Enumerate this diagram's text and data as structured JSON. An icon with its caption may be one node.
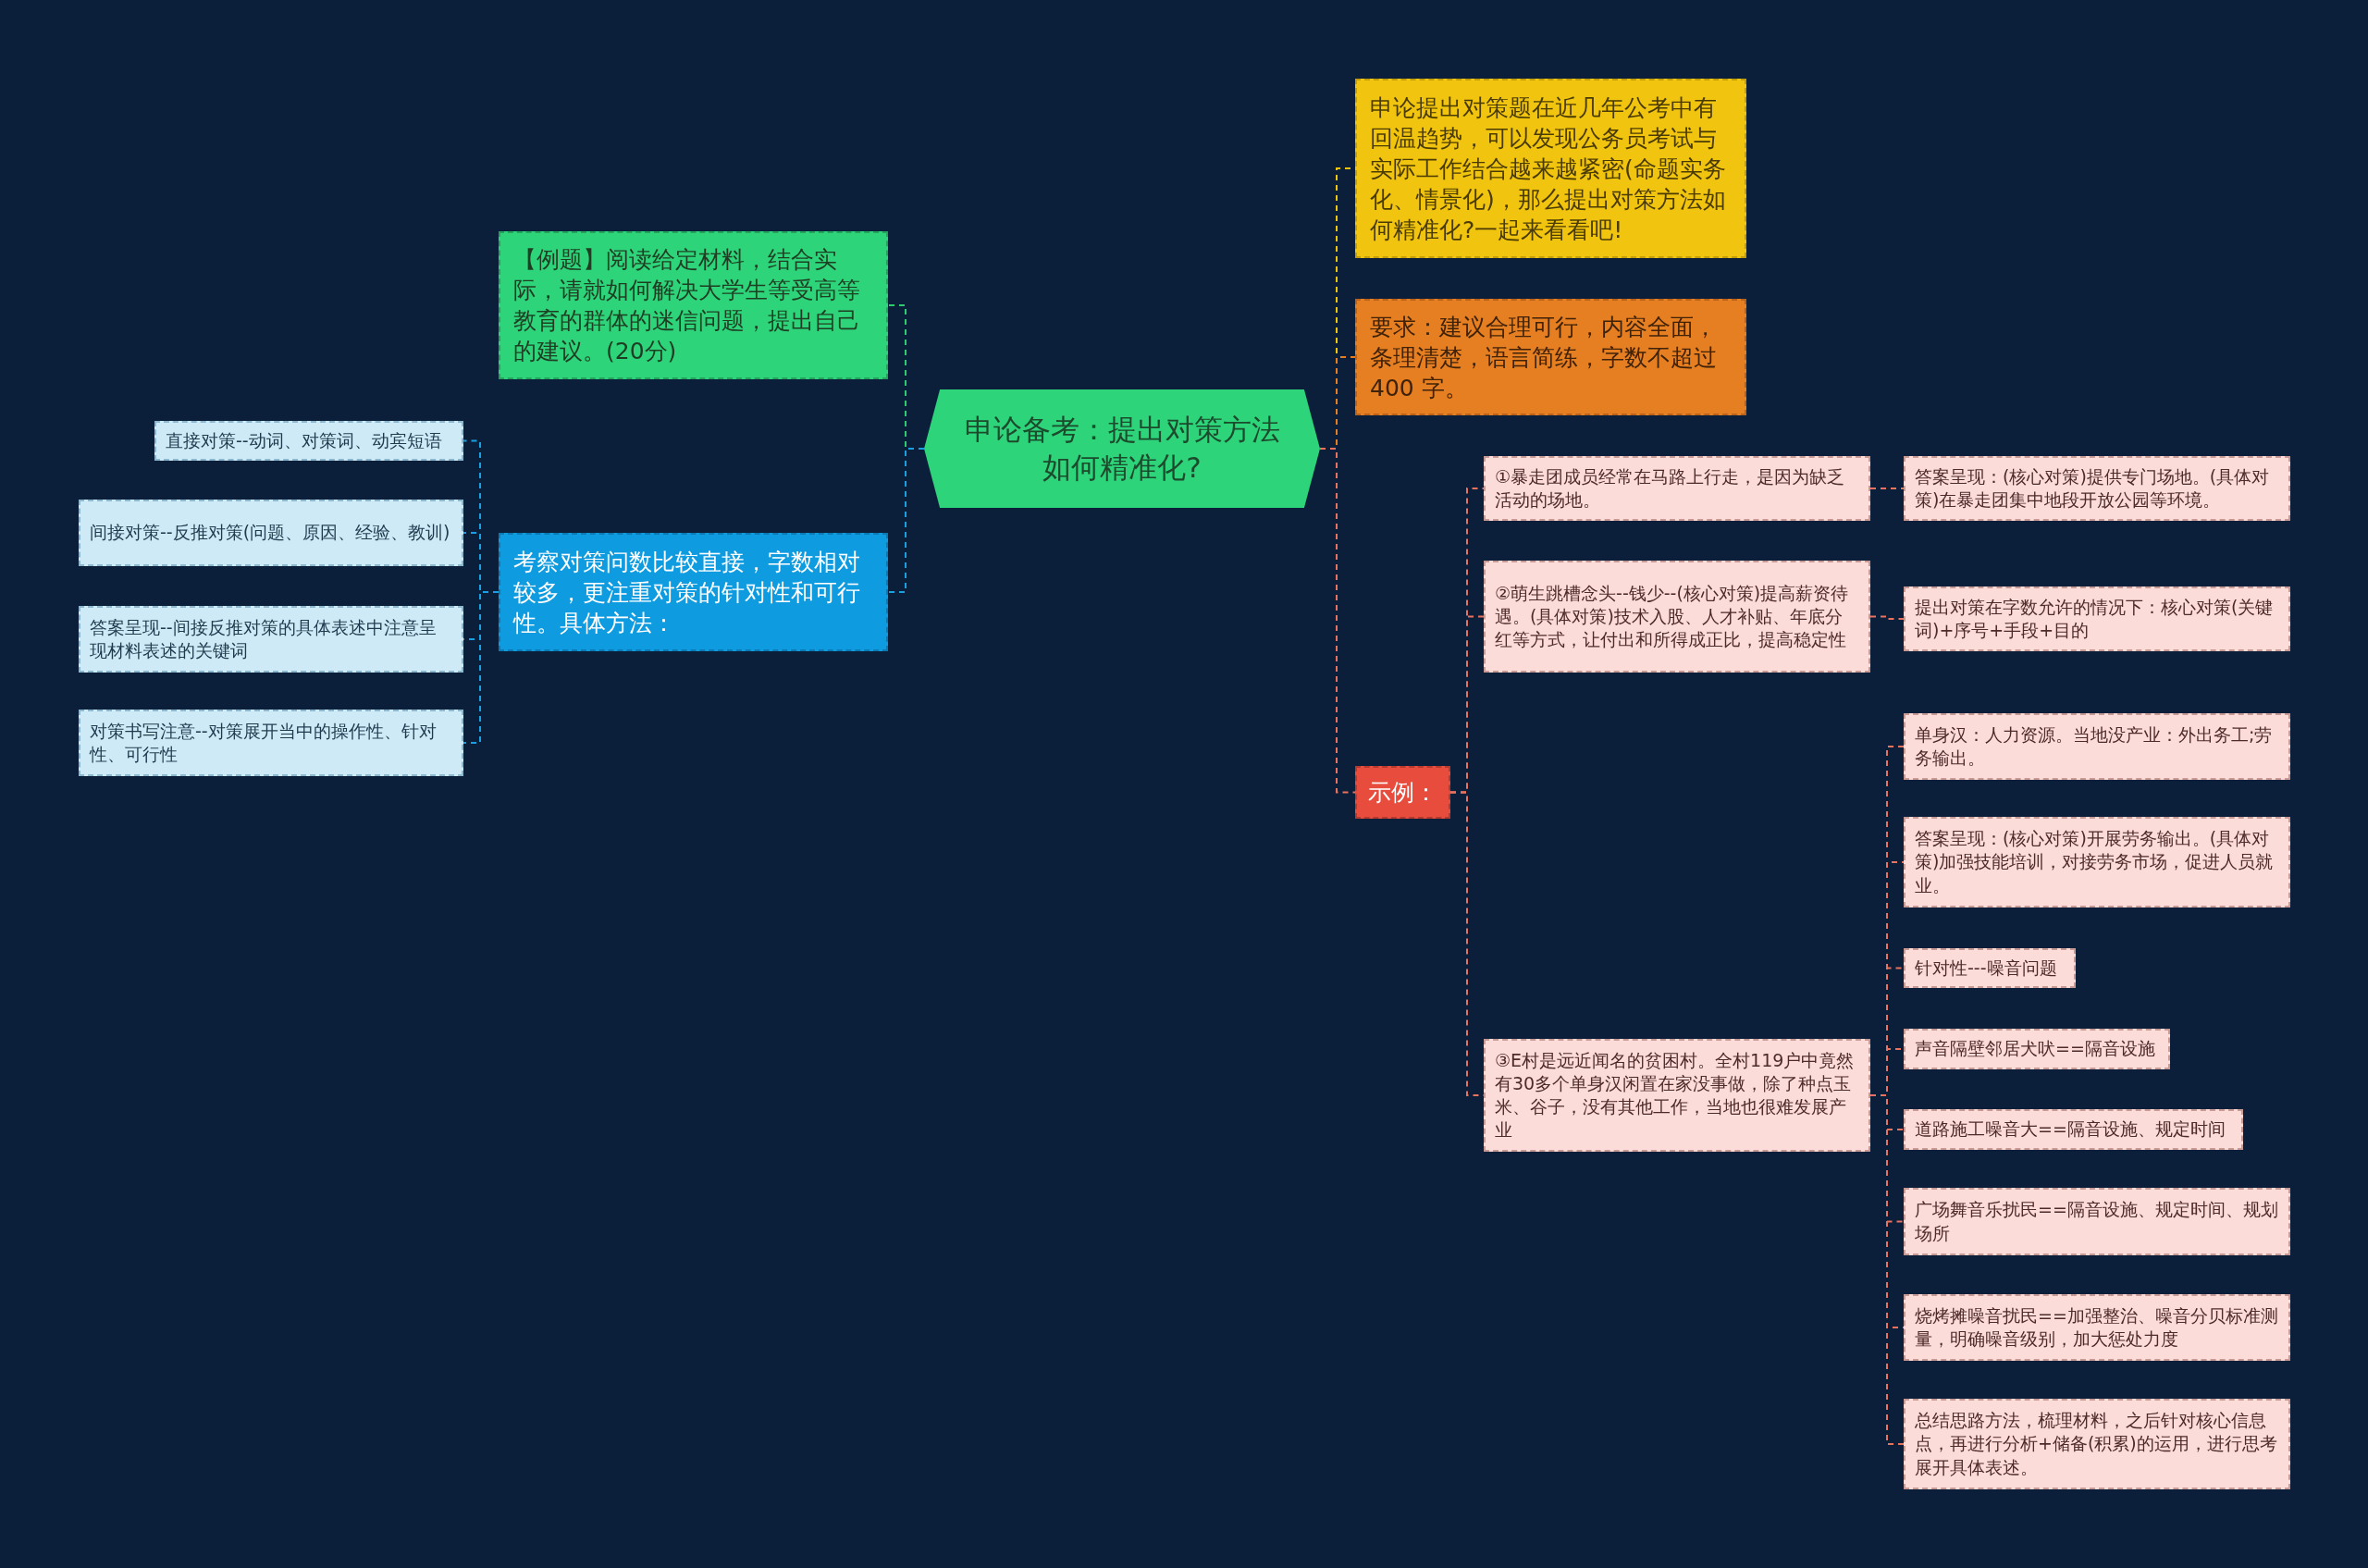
{
  "diagram": {
    "nodes": [
      {
        "text": [
          "申论备考：提出对策方法如何精准化?"
        ]
      },
      {
        "text": [
          "【例题】阅读给定材料，结合实际，请就如何解决大学生等受高等教育的群体的迷信问题，提出自己的建议。(20分)"
        ]
      },
      {
        "text": [
          "考察对策问数比较直接，字数相对较多，更注重对策的针对性和可行性。具体方法："
        ]
      },
      {
        "text": [
          "直接对策--动词、对策词、动宾短语"
        ]
      },
      {
        "text": [
          "间接对策--反推对策(问题、原因、经验、教训)"
        ]
      },
      {
        "text": [
          "答案呈现--间接反推对策的具体表述中注意呈现材料表述的关键词"
        ]
      },
      {
        "text": [
          "对策书写注意--对策展开当中的操作性、针对性、可行性"
        ]
      },
      {
        "text": [
          "申论提出对策题在近几年公考中有回温趋势，可以发现公务员考试与实际工作结合越来越紧密(命题实务化、情景化)，那么提出对策方法如何精准化?一起来看看吧!"
        ]
      },
      {
        "text": [
          "要求：建议合理可行，内容全面，条理清楚，语言简练，字数不超过 400 字。"
        ]
      },
      {
        "text": [
          "示例："
        ]
      },
      {
        "text": [
          "①暴走团成员经常在马路上行走，是因为缺乏活动的场地。"
        ]
      },
      {
        "text": [
          "答案呈现：(核心对策)提供专门场地。(具体对策)在暴走团集中地段开放公园等环境。"
        ]
      },
      {
        "text": [
          "②萌生跳槽念头--钱少--(核心对策)提高薪资待遇。(具体对策)技术入股、人才补贴、年底分红等方式，让付出和所得成正比，提高稳定性"
        ]
      },
      {
        "text": [
          "提出对策在字数允许的情况下：核心对策(关键词)+序号+手段+目的"
        ]
      },
      {
        "text": [
          "③E村是远近闻名的贫困村。全村119户中竟然有30多个单身汉闲置在家没事做，除了种点玉米、谷子，没有其他工作，当地也很难发展产业"
        ]
      },
      {
        "text": [
          "单身汉：人力资源。当地没产业：外出务工;劳务输出。"
        ]
      },
      {
        "text": [
          "答案呈现：(核心对策)开展劳务输出。(具体对策)加强技能培训，对接劳务市场，促进人员就业。"
        ]
      },
      {
        "text": [
          "针对性---噪音问题"
        ]
      },
      {
        "text": [
          "声音隔壁邻居犬吠==隔音设施"
        ]
      },
      {
        "text": [
          "道路施工噪音大==隔音设施、规定时间"
        ]
      },
      {
        "text": [
          "广场舞音乐扰民==隔音设施、规定时间、规划场所"
        ]
      },
      {
        "text": [
          "烧烤摊噪音扰民==加强整治、噪音分贝标准测量，明确噪音级别，加大惩处力度"
        ]
      },
      {
        "text": [
          "总结思路方法，梳理材料，之后针对核心信息点，再进行分析+储备(积累)的运用，进行思考展开具体表述。"
        ]
      }
    ],
    "edges": [
      {
        "from": 0,
        "to": 1,
        "arrow": "none",
        "color": "#2ecc71"
      },
      {
        "from": 0,
        "to": 2,
        "arrow": "none",
        "color": "#1a9fe0"
      },
      {
        "from": 2,
        "to": 3,
        "arrow": "none",
        "color": "#1a9fe0"
      },
      {
        "from": 2,
        "to": 4,
        "arrow": "none",
        "color": "#1a9fe0"
      },
      {
        "from": 2,
        "to": 5,
        "arrow": "none",
        "color": "#1a9fe0"
      },
      {
        "from": 2,
        "to": 6,
        "arrow": "none",
        "color": "#1a9fe0"
      },
      {
        "from": 0,
        "to": 7,
        "arrow": "none",
        "color": "#f1c40f"
      },
      {
        "from": 0,
        "to": 8,
        "arrow": "none",
        "color": "#e67e22"
      },
      {
        "from": 0,
        "to": 9,
        "arrow": "none"
      },
      {
        "from": 9,
        "to": 10,
        "arrow": "none"
      },
      {
        "from": 9,
        "to": 12,
        "arrow": "none"
      },
      {
        "from": 9,
        "to": 14,
        "arrow": "none"
      },
      {
        "from": 10,
        "to": 11,
        "arrow": "none"
      },
      {
        "from": 12,
        "to": 13,
        "arrow": "none"
      },
      {
        "from": 14,
        "to": 15,
        "arrow": "none"
      },
      {
        "from": 14,
        "to": 16,
        "arrow": "none"
      },
      {
        "from": 14,
        "to": 17,
        "arrow": "none"
      },
      {
        "from": 14,
        "to": 18,
        "arrow": "none"
      },
      {
        "from": 14,
        "to": 19,
        "arrow": "none"
      },
      {
        "from": 14,
        "to": 20,
        "arrow": "none"
      },
      {
        "from": 14,
        "to": 21,
        "arrow": "none"
      },
      {
        "from": 14,
        "to": 22,
        "arrow": "none"
      }
    ]
  }
}
